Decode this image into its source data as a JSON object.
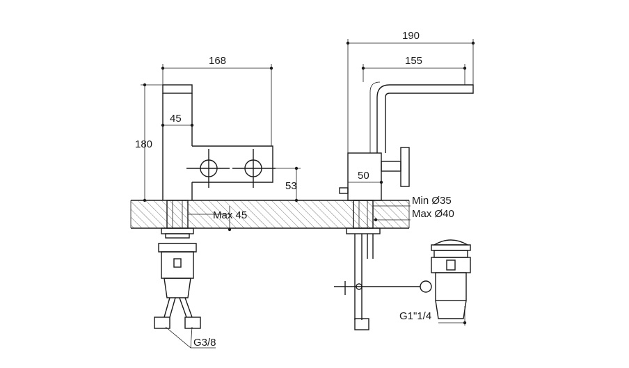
{
  "dimensions": {
    "w168": "168",
    "h180": "180",
    "w45": "45",
    "h53": "53",
    "max45": "Max 45",
    "w190": "190",
    "w155": "155",
    "w50": "50",
    "min35": "Min Ø35",
    "max40": "Max Ø40",
    "g38": "G3/8",
    "g114": "G1\"1/4"
  },
  "colors": {
    "ink": "#1a1a1a",
    "hatch": "#555555"
  }
}
